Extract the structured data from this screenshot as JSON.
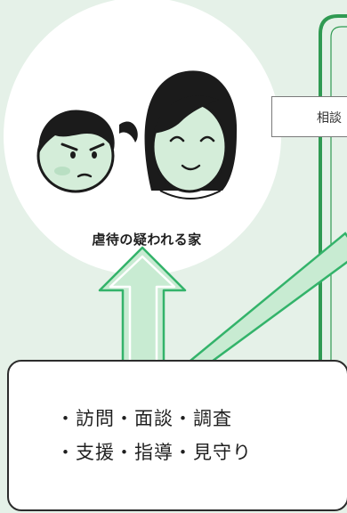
{
  "home": {
    "label": "虐待の疑われる家",
    "figures": [
      "girl-child-icon",
      "woman-mother-icon"
    ]
  },
  "consultation": {
    "label_partial": "相談"
  },
  "actions": {
    "line1": "・訪問・面談・調査",
    "line2": "・支援・指導・見守り"
  },
  "colors": {
    "background": "#e5f1e8",
    "arrow_fill": "#c8ebd2",
    "arrow_stroke": "#33b36a",
    "frame_stroke": "#2f9a52",
    "face_skin": "#d4edd9"
  }
}
